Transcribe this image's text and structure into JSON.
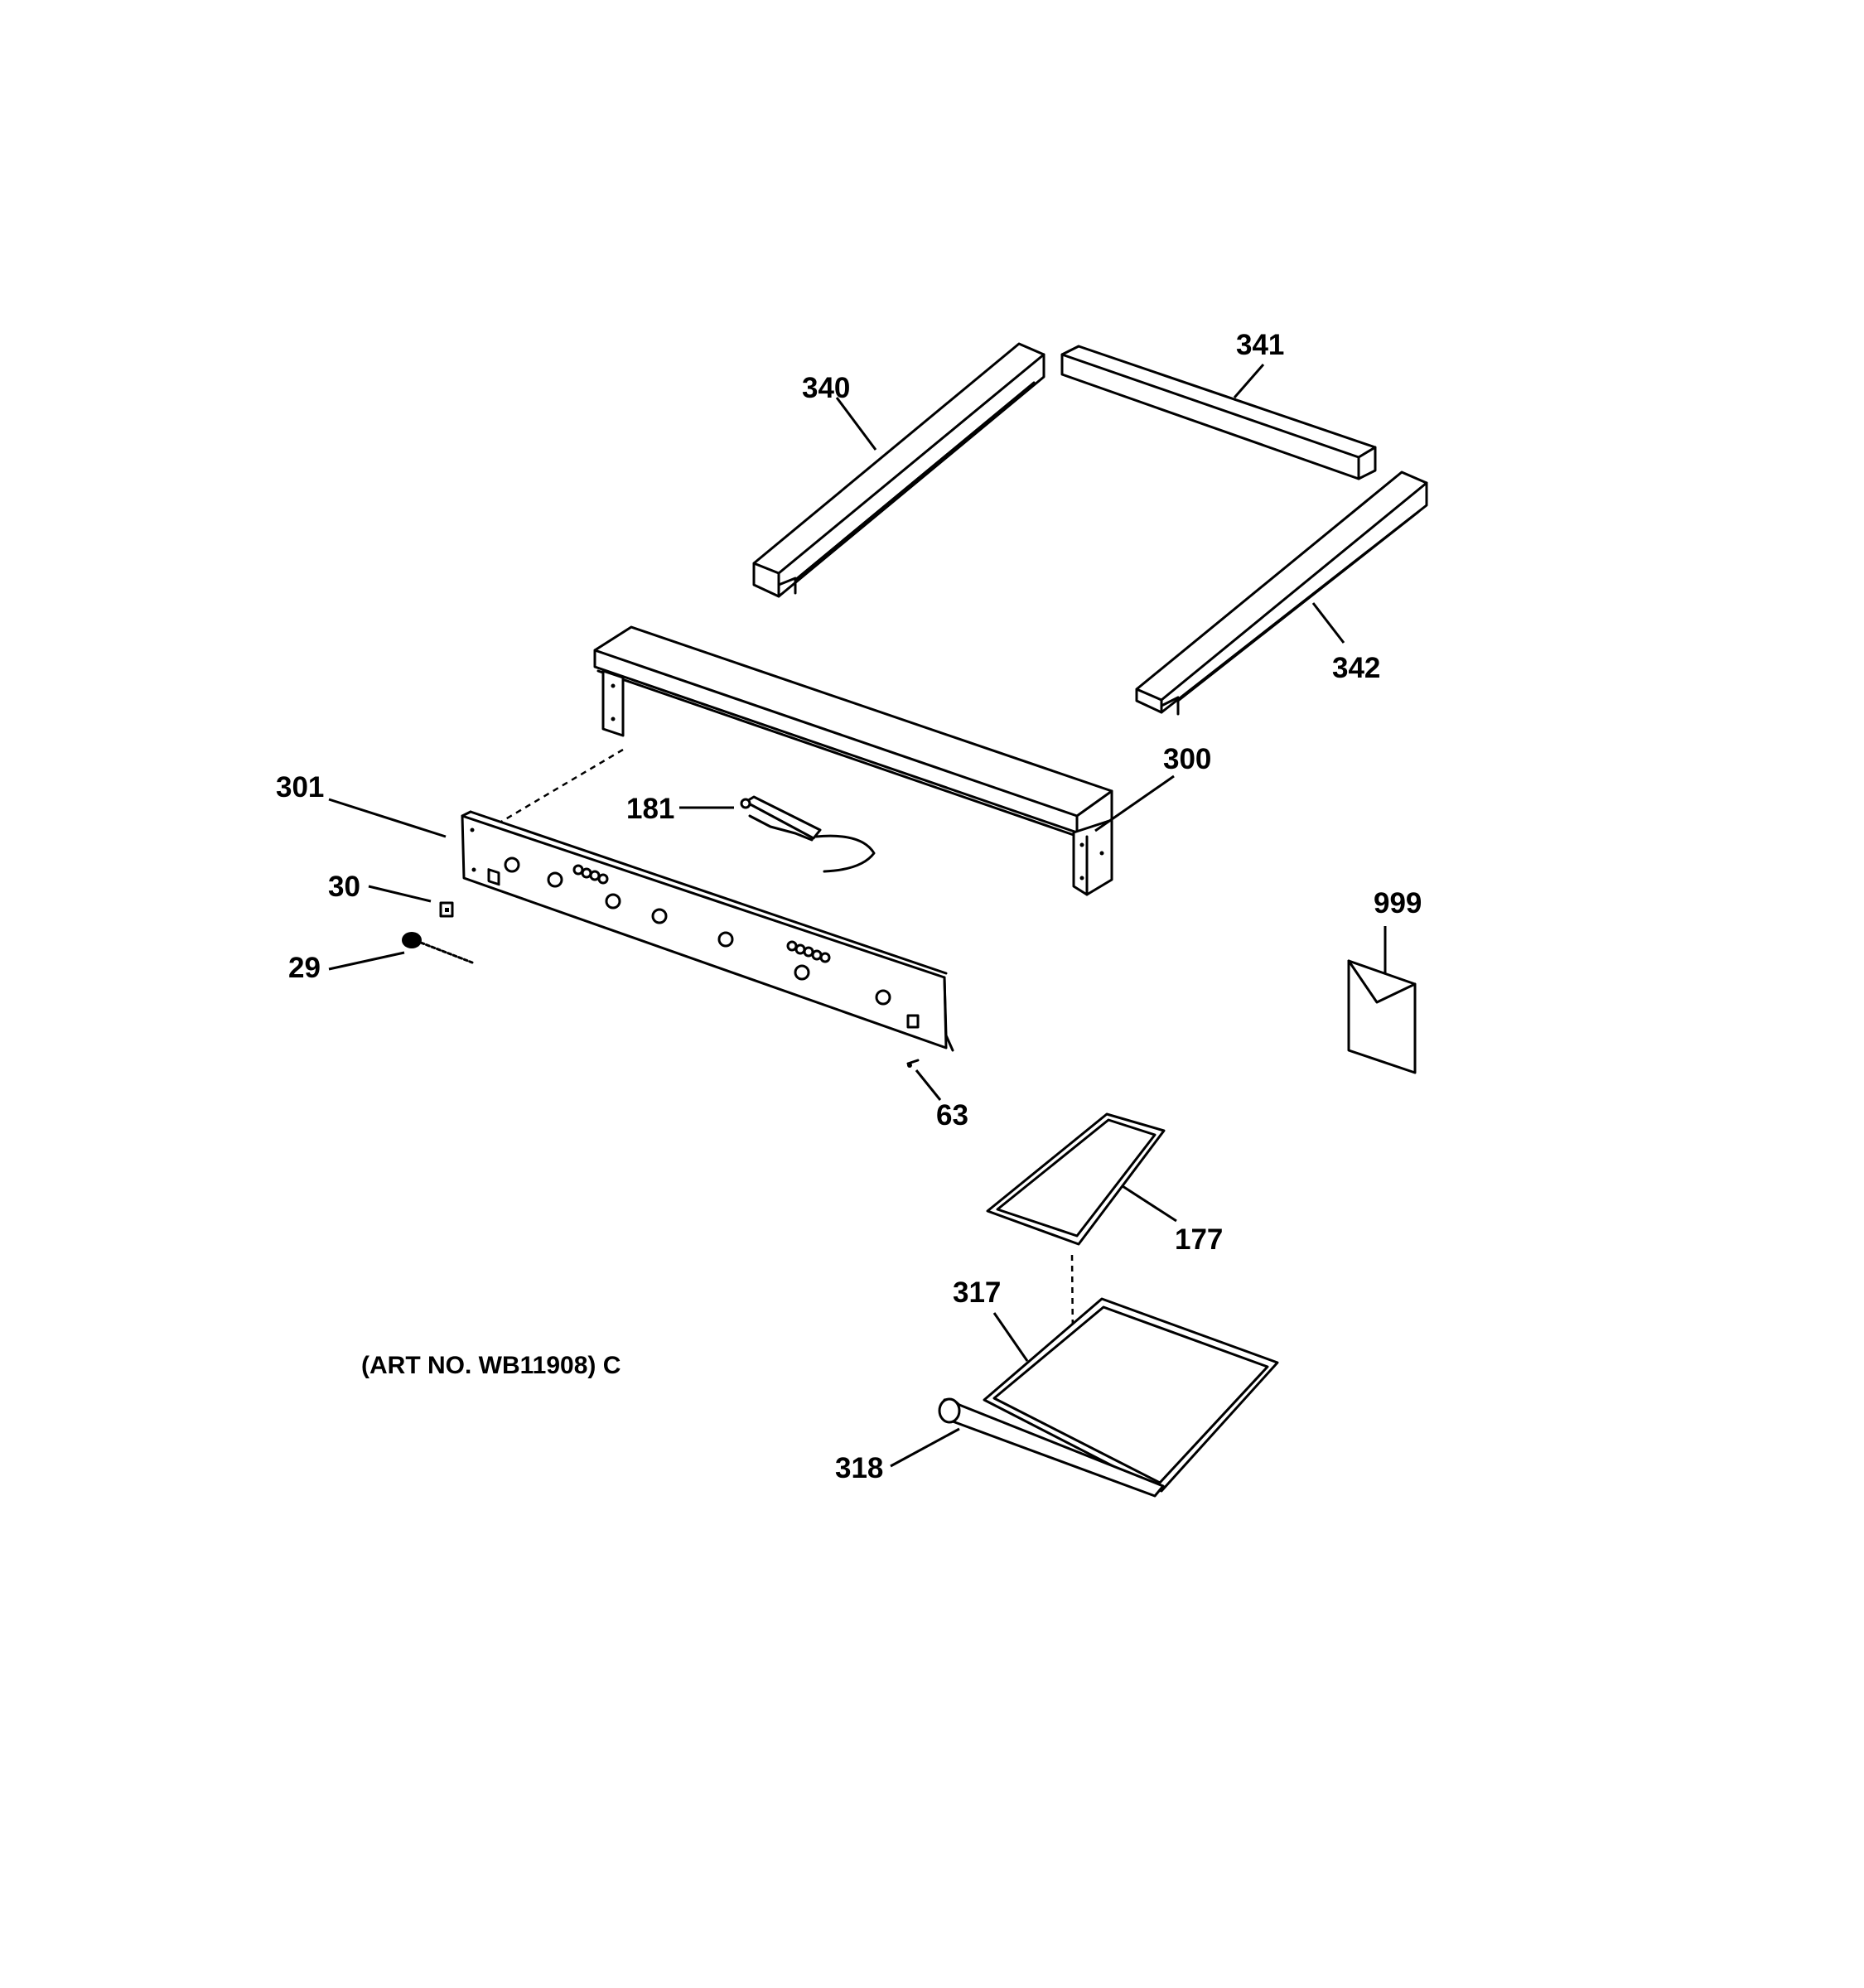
{
  "diagram": {
    "art_number": "(ART NO. WB11908) C",
    "callouts": {
      "p340": "340",
      "p341": "341",
      "p342": "342",
      "p300": "300",
      "p301": "301",
      "p181": "181",
      "p30": "30",
      "p29": "29",
      "p63": "63",
      "p999": "999",
      "p177": "177",
      "p317": "317",
      "p318": "318"
    }
  }
}
